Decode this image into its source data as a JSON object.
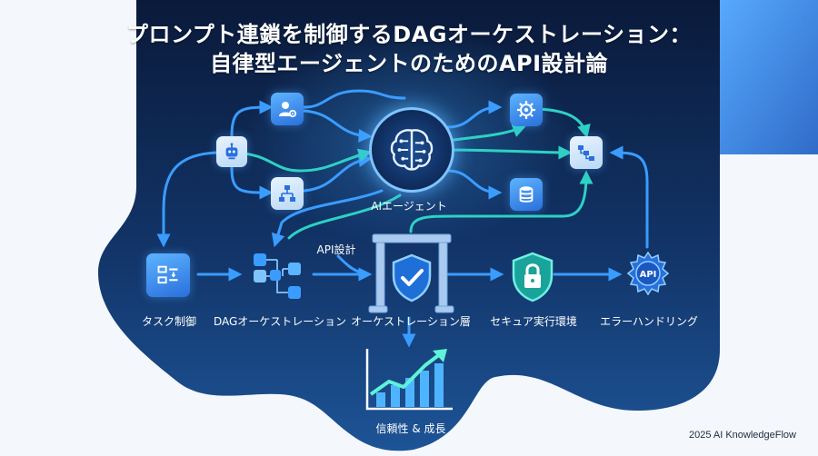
{
  "title": {
    "line1": "プロンプト連鎖を制御するDAGオーケストレーション：",
    "line2": "自律型エージェントのためのAPI設計論"
  },
  "labels": {
    "ai_agent": "AIエージェント",
    "api_design": "API設計",
    "task_control": "タスク制御",
    "dag_orchestration": "DAGオーケストレーション",
    "orchestration_layer": "オーケストレーション層",
    "secure_env": "セキュア実行環境",
    "error_handling": "エラーハンドリング",
    "trust_growth": "信頼性 & 成長",
    "api_badge": "API"
  },
  "footer": "2025 AI KnowledgeFlow",
  "colors": {
    "panel_dark": "#0b1f45",
    "panel_light": "#1a4a86",
    "arrow_blue": "#3a9cff",
    "arrow_teal": "#2ed1c4",
    "accent_top_right": "#2f7fe0"
  },
  "icons": {
    "robot": "robot-icon",
    "user_settings": "user-gear-icon",
    "hierarchy": "hierarchy-icon",
    "brain": "brain-circuit-icon",
    "gear": "gear-icon",
    "workflow": "workflow-icon",
    "database": "database-icon",
    "task": "task-list-icon",
    "dag": "dag-nodes-icon",
    "shield_gate": "shield-gate-icon",
    "lock_shield": "lock-shield-icon",
    "api_gear": "api-gear-icon",
    "growth_chart": "growth-chart-icon"
  }
}
